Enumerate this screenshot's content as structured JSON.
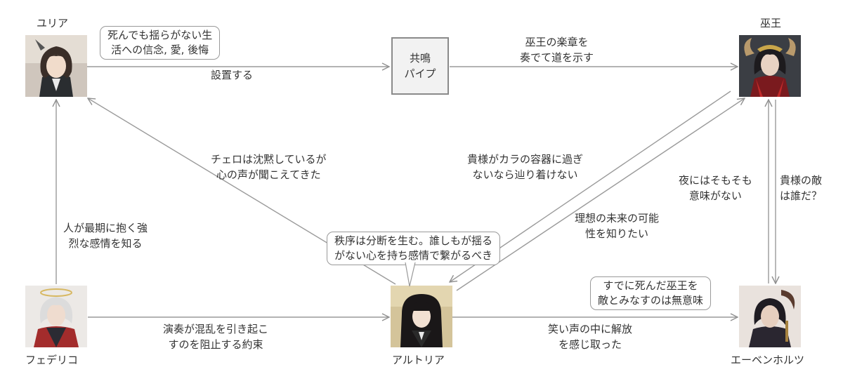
{
  "nodes": {
    "yuria": "ユリア",
    "fuou": "巫王",
    "federico": "フェデリコ",
    "arturia": "アルトリア",
    "ebenholz": "エーベンホルツ",
    "pipe": {
      "line1": "共鳴",
      "line2": "パイプ"
    }
  },
  "bubbles": {
    "yuria": {
      "line1": "死んでも揺らがない生",
      "line2": "活への信念, 愛, 後悔"
    },
    "arturia": {
      "line1": "秩序は分断を生む。誰しもが揺る",
      "line2": "がない心を持ち感情で繋がるべき"
    },
    "ebenholz": {
      "line1": "すでに死んだ巫王を",
      "line2": "敵とみなすのは無意味"
    }
  },
  "edges": {
    "yuria_pipe": "設置する",
    "pipe_fuou": {
      "line1": "巫王の楽章を",
      "line2": "奏でて道を示す"
    },
    "arturia_yuria": {
      "line1": "チェロは沈黙しているが",
      "line2": "心の声が聞こえてきた"
    },
    "fuou_arturia": {
      "line1": "貴様がカラの容器に過ぎ",
      "line2": "ないなら辿り着けない"
    },
    "arturia_fuou": {
      "line1": "理想の未来の可能",
      "line2": "性を知りたい"
    },
    "ebenholz_fuou": {
      "line1": "夜にはそもそも",
      "line2": "意味がない"
    },
    "fuou_ebenholz": {
      "line1": "貴様の敵",
      "line2": "は誰だ？"
    },
    "federico_yuria": {
      "line1": "人が最期に抱く強",
      "line2": "烈な感情を知る"
    },
    "federico_arturia": {
      "line1": "演奏が混乱を引き起こ",
      "line2": "すのを阻止する約束"
    },
    "arturia_ebenholz": {
      "line1": "笑い声の中に解放",
      "line2": "を感じ取った"
    }
  },
  "colors": {
    "line": "#9a9a9a",
    "text": "#333333",
    "box_fill": "#f2f2f2",
    "box_border": "#8a8a8a"
  }
}
